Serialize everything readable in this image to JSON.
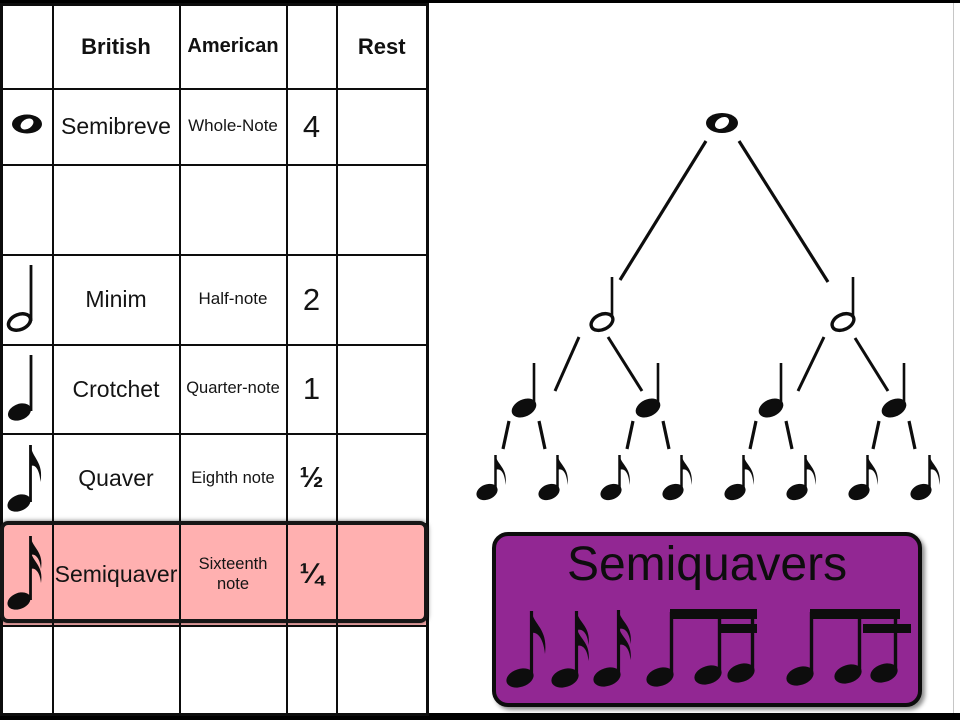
{
  "window": {
    "background": "#ffffff",
    "letterbox_color": "#000000"
  },
  "table": {
    "headers": {
      "symbol": "",
      "british": "British",
      "american": "American",
      "value": "",
      "rest": "Rest"
    },
    "rows": [
      {
        "icon": "whole-note",
        "british": "Semibreve",
        "american": "Whole-Note",
        "value": "4",
        "rest": ""
      },
      {
        "icon": "",
        "british": "",
        "american": "",
        "value": "",
        "rest": ""
      },
      {
        "icon": "half-note",
        "british": "Minim",
        "american": "Half-note",
        "value": "2",
        "rest": ""
      },
      {
        "icon": "quarter-note",
        "british": "Crotchet",
        "american": "Quarter-note",
        "value": "1",
        "rest": ""
      },
      {
        "icon": "eighth-note",
        "british": "Quaver",
        "american": "Eighth note",
        "value": "½",
        "rest": ""
      },
      {
        "icon": "sixteenth-note",
        "british": "Semiquaver",
        "american": "Sixteenth note",
        "value": "¼",
        "rest": "",
        "highlighted": true
      },
      {
        "icon": "",
        "british": "",
        "american": "",
        "value": "",
        "rest": ""
      }
    ],
    "highlight_color": "#ffb0b0"
  },
  "tree": {
    "type": "note-subdivision-tree",
    "levels": [
      {
        "note": "semibreve",
        "symbol": "whole-note",
        "count": 1
      },
      {
        "note": "minim",
        "symbol": "half-note",
        "count": 2
      },
      {
        "note": "crotchet",
        "symbol": "quarter-note",
        "count": 4
      },
      {
        "note": "quaver",
        "symbol": "eighth-note",
        "count": 8
      }
    ]
  },
  "callout": {
    "title": "Semiquavers",
    "bg_color": "#922793",
    "border_color": "#0c0c0c",
    "icons": [
      "eighth-note",
      "sixteenth-note",
      "sixteenth-note",
      "beamed-eighth-two-sixteenths",
      "beamed-eighth-two-sixteenths"
    ]
  }
}
